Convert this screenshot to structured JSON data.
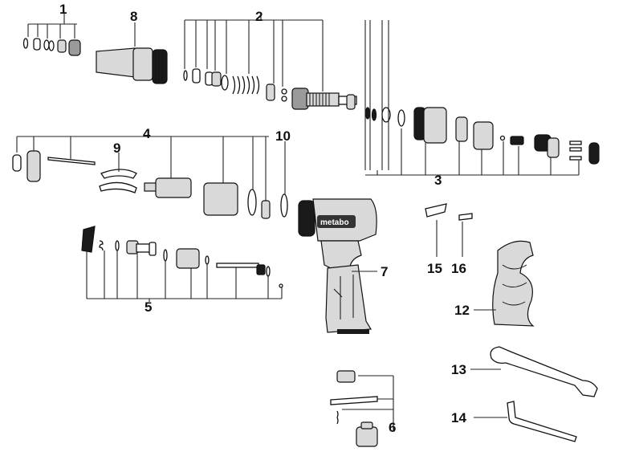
{
  "callouts": {
    "c1": "1",
    "c2": "2",
    "c3": "3",
    "c4": "4",
    "c5": "5",
    "c6": "6",
    "c7": "7",
    "c8": "8",
    "c9": "9",
    "c10": "10",
    "c12": "12",
    "c13": "13",
    "c14": "14",
    "c15": "15",
    "c16": "16"
  },
  "tool": {
    "brand": "metabo"
  },
  "colors": {
    "ink": "#111111",
    "body_grey": "#d9d9d9",
    "dark_part": "#1a1a1a"
  }
}
